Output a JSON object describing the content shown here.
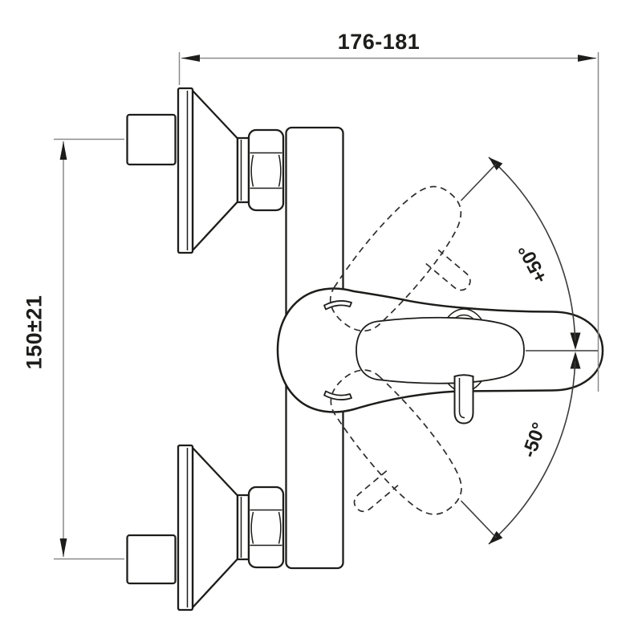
{
  "drawing": {
    "labels": {
      "width_dimension": "176-181",
      "height_dimension": "150±21",
      "angle_up": "+50°",
      "angle_down": "-50°"
    },
    "colors": {
      "background": "#ffffff",
      "outline": "#1d1d1b",
      "dimension_line": "#8a8a8a",
      "annotation_line": "#3c3c3c"
    }
  }
}
